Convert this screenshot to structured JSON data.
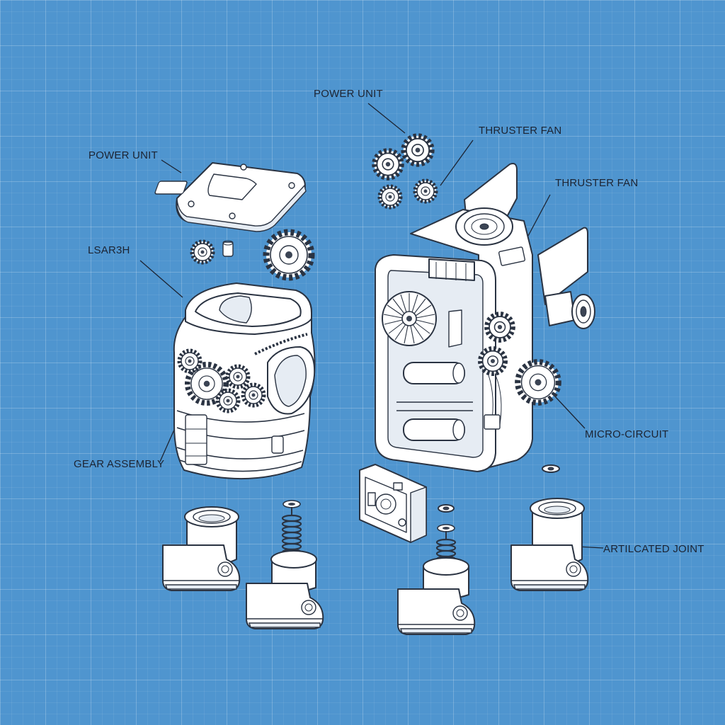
{
  "diagram": {
    "labels": {
      "power_unit_top": "POWER UNIT",
      "thruster_fan_top": "THRUSTER FAN",
      "power_unit_left": "POWER UNIT",
      "thruster_fan_right": "THRUSTER FAN",
      "lsarsh": "LSAR3H",
      "micro_circuit": "MICRO-CIRCUIT",
      "gear_assembly": "GEAR ASSEMBLY",
      "articulated_joint": "ARTILCATED JOINT"
    }
  }
}
